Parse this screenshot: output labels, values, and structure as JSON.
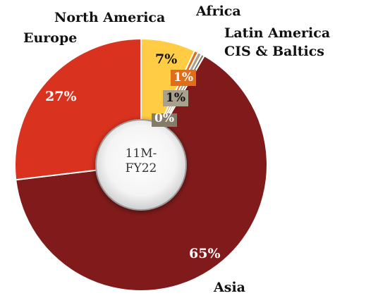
{
  "chart_data": {
    "type": "pie",
    "center_label": "11M-\nFY22",
    "slices": [
      {
        "category": "North America",
        "value": 7,
        "label": "7%",
        "color": "#ffcc44"
      },
      {
        "category": "Africa",
        "value": 0.5,
        "label": "1%",
        "color": "#e26d18"
      },
      {
        "category": "Latin America",
        "value": 0.5,
        "label": "1%",
        "color": "#a9a08e"
      },
      {
        "category": "CIS & Baltics",
        "value": 0.4,
        "label": "0%",
        "color": "#847c66"
      },
      {
        "category": "Asia",
        "value": 65,
        "label": "65%",
        "color": "#811b1b"
      },
      {
        "category": "Europe",
        "value": 27,
        "label": "27%",
        "color": "#d9321f"
      }
    ]
  }
}
